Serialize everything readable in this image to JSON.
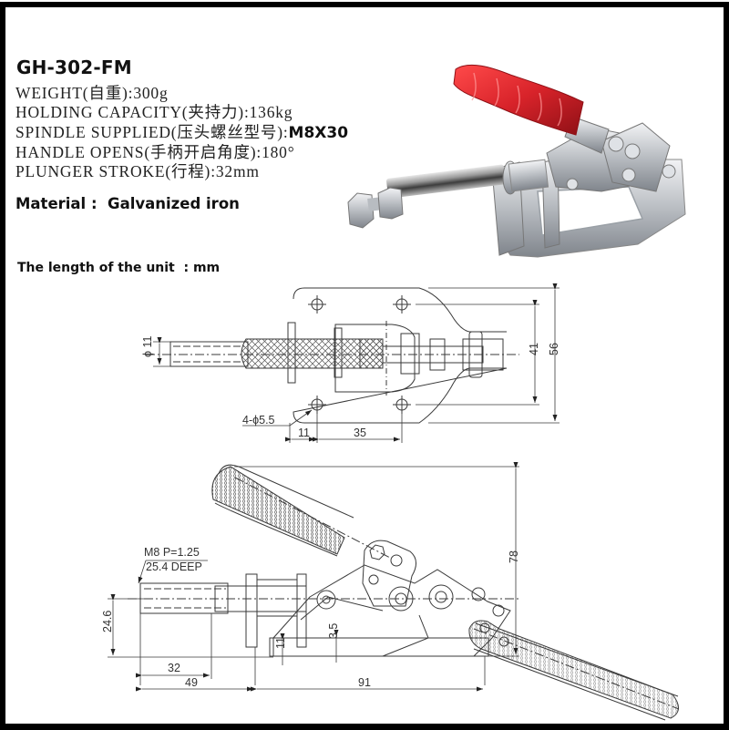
{
  "product": {
    "model": "GH-302-FM",
    "specs": [
      {
        "label": "WEIGHT(自重):",
        "value": "300g"
      },
      {
        "label": "HOLDING CAPACITY(夹持力):",
        "value": "136kg"
      },
      {
        "label": "SPINDLE SUPPLIED(压头螺丝型号):",
        "value": "M8X30"
      },
      {
        "label": "HANDLE OPENS(手柄开启角度):",
        "value": "180°"
      },
      {
        "label": "PLUNGER STROKE(行程):",
        "value": "32mm"
      }
    ],
    "material": "Material :  Galvanized iron",
    "unit_note": "The length of the unit  : mm"
  },
  "colors": {
    "frame": "#000000",
    "handle_grip": "#d8232a",
    "metal": "#c9ccd0",
    "line": "#3a3a3a"
  },
  "top_view": {
    "dims": {
      "shaft_dia": "ϕ 11",
      "holes": "4-ϕ5.5",
      "offset_11": "11",
      "hole_spacing_35": "35",
      "hole_spacing_41": "41",
      "width_56": "56"
    }
  },
  "side_view": {
    "dims": {
      "thread_note_1": "M8 P=1.25",
      "thread_note_2": "25.4  DEEP",
      "height_246": "24.6",
      "len_32": "32",
      "len_49": "49",
      "len_91": "91",
      "h_11": "11",
      "h_35": "3.5",
      "height_78": "78"
    }
  }
}
